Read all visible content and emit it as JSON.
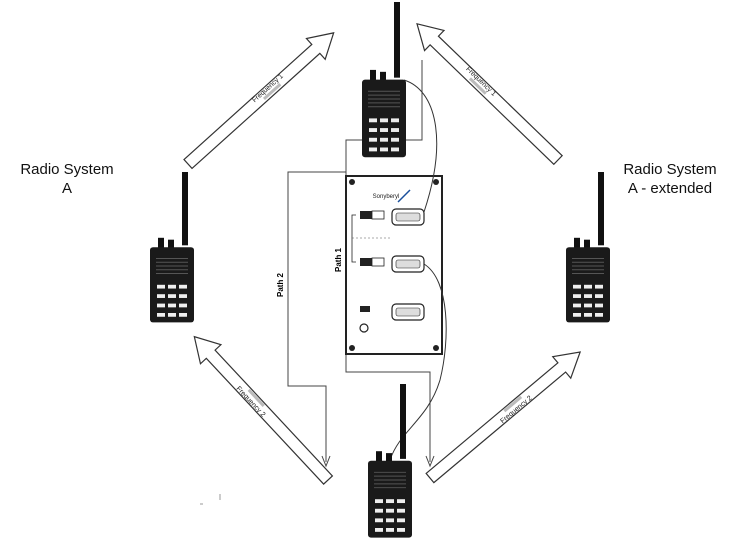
{
  "labels": {
    "system_left_line1": "Radio System",
    "system_left_line2": "A",
    "system_right_line1": "Radio System",
    "system_right_line2": "A - extended",
    "path_1": "Path 1",
    "path_2": "Path 2"
  },
  "arrows": {
    "top_left": "Frequency 1",
    "top_right": "Frequency 1",
    "bottom_left": "Frequency 2",
    "bottom_right": "Frequency 2"
  },
  "interface_box": {
    "logo_text": "Sonyberyl"
  }
}
